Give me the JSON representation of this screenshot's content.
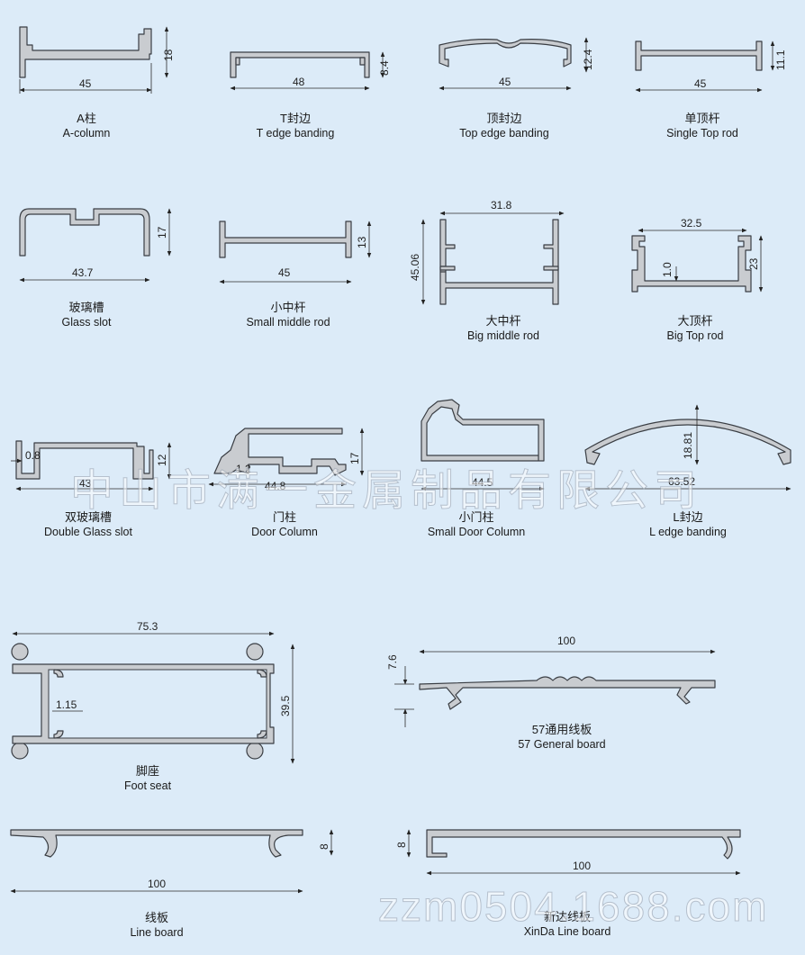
{
  "profiles": [
    {
      "cn": "A柱",
      "en": "A-column",
      "dims": [
        "45",
        "18"
      ]
    },
    {
      "cn": "T封边",
      "en": "T edge banding",
      "dims": [
        "48",
        "8.4"
      ]
    },
    {
      "cn": "顶封边",
      "en": "Top edge banding",
      "dims": [
        "45",
        "12.4"
      ]
    },
    {
      "cn": "单顶杆",
      "en": "Single Top rod",
      "dims": [
        "45",
        "11.1"
      ]
    },
    {
      "cn": "玻璃槽",
      "en": "Glass slot",
      "dims": [
        "43.7",
        "17"
      ]
    },
    {
      "cn": "小中杆",
      "en": "Small middle rod",
      "dims": [
        "45",
        "13"
      ]
    },
    {
      "cn": "大中杆",
      "en": "Big middle rod",
      "dims": [
        "31.8",
        "45.06"
      ]
    },
    {
      "cn": "大顶杆",
      "en": "Big Top rod",
      "dims": [
        "32.5",
        "23",
        "1.0"
      ]
    },
    {
      "cn": "双玻璃槽",
      "en": "Double Glass slot",
      "dims": [
        "43",
        "12",
        "0.8"
      ]
    },
    {
      "cn": "门柱",
      "en": "Door Column",
      "dims": [
        "44.8",
        "17",
        "1.2"
      ]
    },
    {
      "cn": "小门柱",
      "en": "Small Door Column",
      "dims": [
        "44.5"
      ]
    },
    {
      "cn": "L封边",
      "en": "L edge banding",
      "dims": [
        "63.52",
        "18.81"
      ]
    },
    {
      "cn": "脚座",
      "en": "Foot seat",
      "dims": [
        "75.3",
        "39.5",
        "1.15"
      ]
    },
    {
      "cn": "57通用线板",
      "en": "57 General board",
      "dims": [
        "100",
        "7.6"
      ]
    },
    {
      "cn": "线板",
      "en": "Line board",
      "dims": [
        "100",
        "8"
      ]
    },
    {
      "cn": "新达线板",
      "en": "XinDa Line board",
      "dims": [
        "100",
        "8"
      ]
    }
  ],
  "watermarks": {
    "company": "中山市满一金属制品有限公司",
    "site": "zzm0504.1688.com"
  }
}
